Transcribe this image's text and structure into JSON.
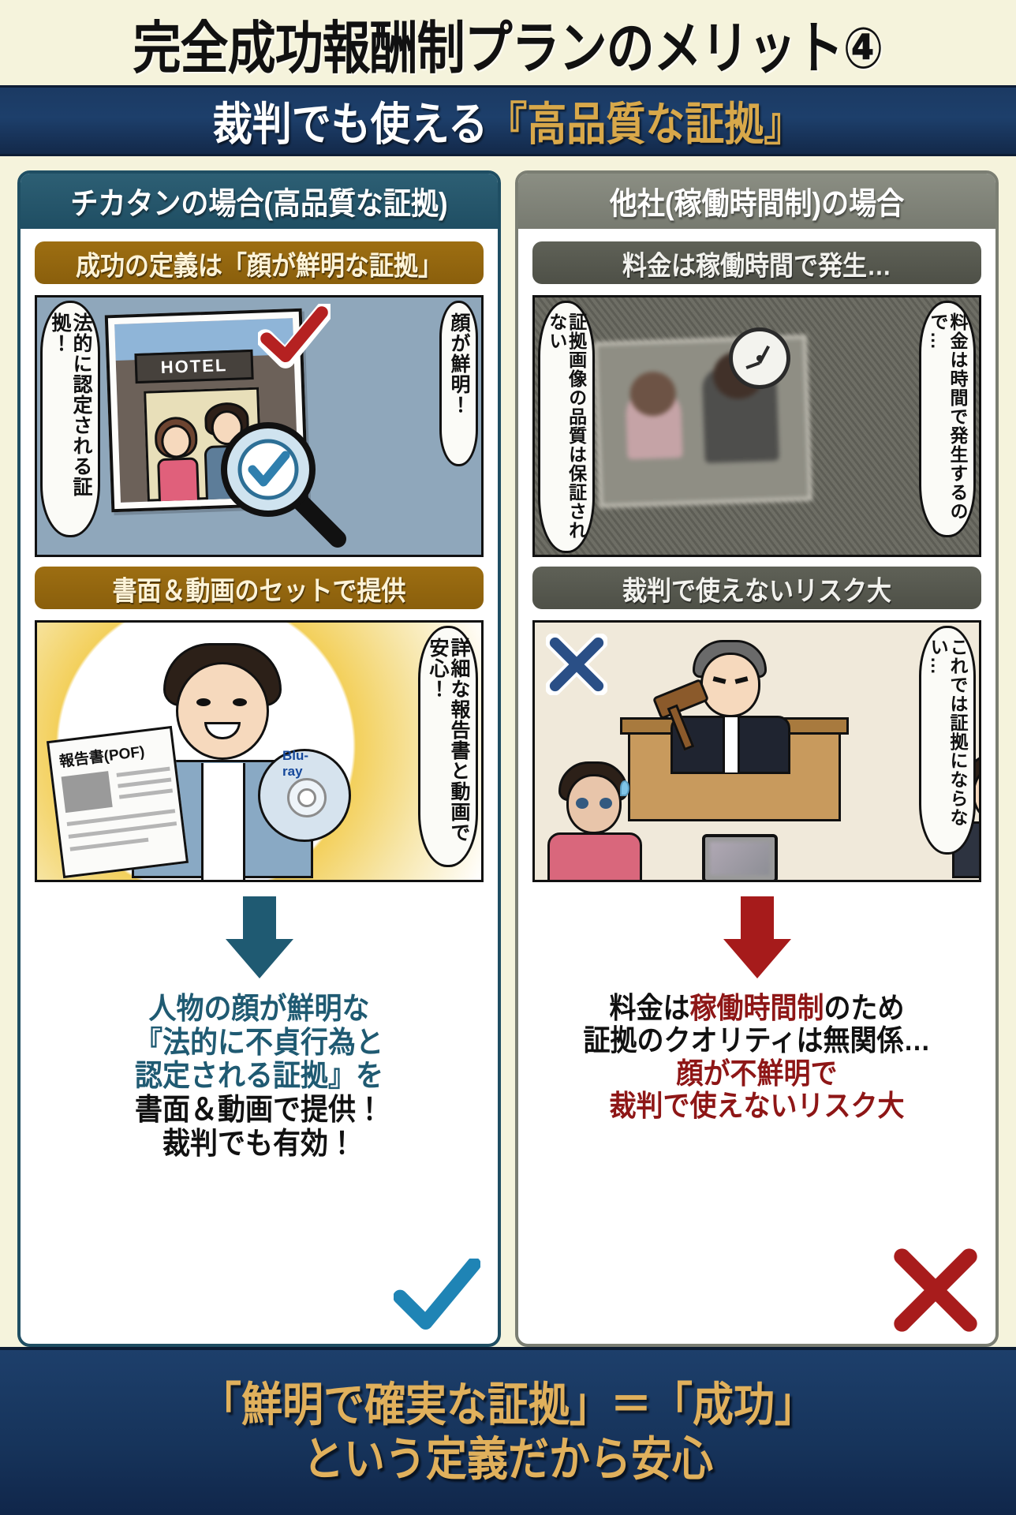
{
  "header": {
    "title": "完全成功報酬制プランのメリット④",
    "subtitle_plain": "裁判でも使える",
    "subtitle_gold": "『高品質な証拠』"
  },
  "colors": {
    "page_bg": "#f5f3dc",
    "navy": "#1d3f6b",
    "gold": "#d8a84a",
    "teal": "#1f5a72",
    "gray": "#777a70",
    "dark_red": "#8e1616",
    "sub_band_gold": "#8a5f0c"
  },
  "left_panel": {
    "header": "チカタンの場合(高品質な証拠)",
    "block1": {
      "band": "成功の定義は「顔が鮮明な証拠」",
      "bubble_left": "法的に認定される証拠！",
      "bubble_right": "顔が鮮明！",
      "photo_sign": "HOTEL",
      "mark": "red-check"
    },
    "block2": {
      "band": "書面＆動画のセットで提供",
      "bubble_right": "詳細な報告書と動画で安心！",
      "document_label": "報告書(POF)",
      "disc_label": "Blu-ray"
    },
    "arrow": "down-arrow-teal",
    "conclusion": [
      {
        "text": "人物の顔が鮮明な",
        "style": "teal"
      },
      {
        "text": "『法的に不貞行為と",
        "style": "teal"
      },
      {
        "text": "認定される証拠』を",
        "style": "teal"
      },
      {
        "text": "書面＆動画で提供！",
        "style": "dark"
      },
      {
        "text": "裁判でも有効！",
        "style": "dark"
      }
    ],
    "conclusion_mark": "blue-check"
  },
  "right_panel": {
    "header": "他社(稼働時間制)の場合",
    "block1": {
      "band": "料金は稼働時間で発生…",
      "bubble_left": "証拠画像の品質は保証されない",
      "bubble_right": "料金は時間で発生するので…",
      "mark": "clock"
    },
    "block2": {
      "band": "裁判で使えないリスク大",
      "bubble_right": "これでは証拠にならない…",
      "mark": "blue-x"
    },
    "arrow": "down-arrow-red",
    "conclusion": [
      {
        "pre": "料金は",
        "hl": "稼働時間制",
        "post": "のため",
        "style": "mixed"
      },
      {
        "text": "証拠のクオリティは無関係…",
        "style": "dark"
      },
      {
        "text": "顔が不鮮明で",
        "style": "allred"
      },
      {
        "text": "裁判で使えないリスク大",
        "style": "allred"
      }
    ],
    "conclusion_mark": "red-cross"
  },
  "footer": {
    "line1": "「鮮明で確実な証拠」＝「成功」",
    "line2": "という定義だから安心"
  }
}
